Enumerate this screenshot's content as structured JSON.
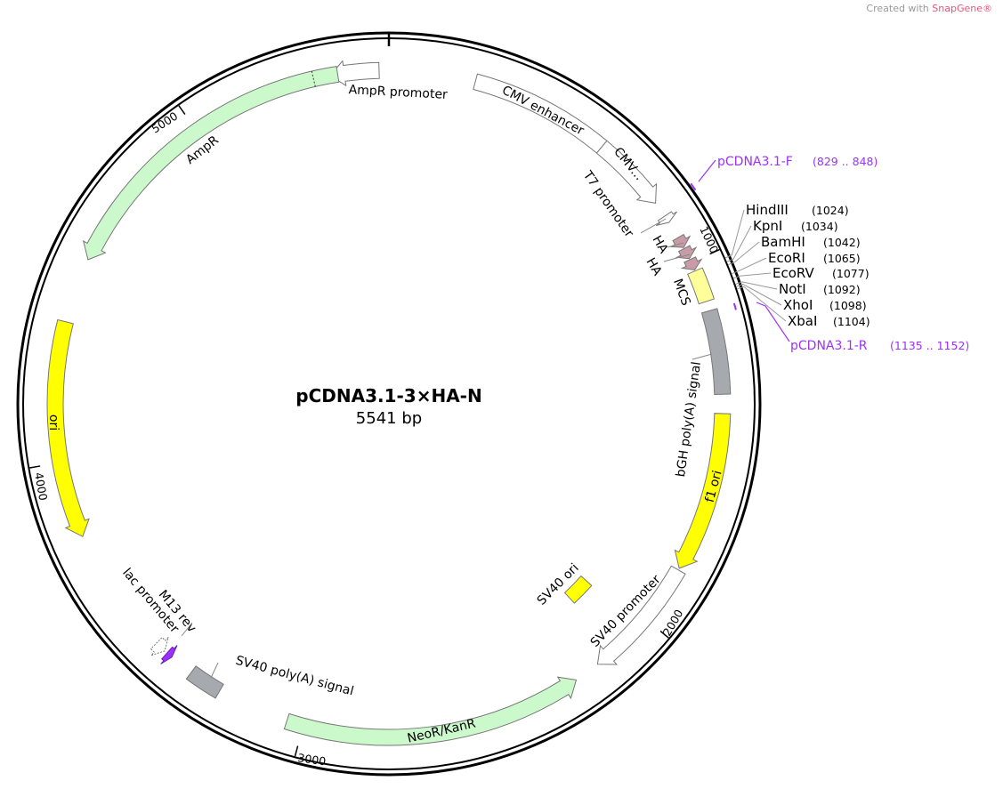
{
  "watermark": {
    "prefix": "Created with ",
    "brand": "SnapGene®"
  },
  "plasmid": {
    "name": "pCDNA3.1-3×HA-N",
    "length_label": "5541 bp",
    "length": 5541
  },
  "ticks": [
    {
      "bp": 1000,
      "label": "1000"
    },
    {
      "bp": 2000,
      "label": "2000"
    },
    {
      "bp": 3000,
      "label": "3000"
    },
    {
      "bp": 4000,
      "label": "4000"
    },
    {
      "bp": 5000,
      "label": "5000"
    }
  ],
  "features": [
    {
      "label": "AmpR promoter",
      "start": 5385,
      "end": 5515,
      "direction": "reverse",
      "color": "#ffffff"
    },
    {
      "label": "AmpR",
      "start": 4550,
      "end": 5405,
      "direction": "reverse",
      "color": "#ccf9cc"
    },
    {
      "label": "CMV enhancer",
      "start": 231,
      "end": 610,
      "direction": "none",
      "color": "#ffffff"
    },
    {
      "label": "CMV...",
      "start": 610,
      "end": 816,
      "direction": "forward",
      "color": "#ffffff"
    },
    {
      "label": "T7 promoter",
      "start": 858,
      "end": 878,
      "direction": "forward",
      "color": "#ffffff"
    },
    {
      "label": "HA",
      "start": 925,
      "end": 955,
      "direction": "forward",
      "color": "#c99aa8"
    },
    {
      "label": "HA",
      "start": 958,
      "end": 988,
      "direction": "forward",
      "color": "#c99aa8"
    },
    {
      "label": "",
      "start": 991,
      "end": 1021,
      "direction": "forward",
      "color": "#c99aa8"
    },
    {
      "label": "MCS",
      "start": 1024,
      "end": 1110,
      "direction": "none",
      "color": "#ffff99"
    },
    {
      "label": "bGH poly(A) signal",
      "start": 1136,
      "end": 1360,
      "direction": "none",
      "color": "#a6a9ae"
    },
    {
      "label": "f1 ori",
      "start": 1411,
      "end": 1840,
      "direction": "forward",
      "color": "#ffff00"
    },
    {
      "label": "SV40 promoter",
      "start": 1845,
      "end": 2175,
      "direction": "forward",
      "color": "#ffffff"
    },
    {
      "label": "SV40 ori",
      "start": 2030,
      "end": 2110,
      "direction": "none",
      "color": "#ffff00"
    },
    {
      "label": "NeoR/KanR",
      "start": 2245,
      "end": 3045,
      "direction": "reverse",
      "color": "#ccf9cc"
    },
    {
      "label": "SV40 poly(A) signal",
      "start": 3240,
      "end": 3330,
      "direction": "none",
      "color": "#a6a9ae"
    },
    {
      "label": "M13 rev",
      "start": 3395,
      "end": 3412,
      "direction": "reverse",
      "color": "#9b30ff"
    },
    {
      "label": "lac promoter",
      "start": 3420,
      "end": 3450,
      "direction": "reverse",
      "color": "#ffffff"
    },
    {
      "label": "ori",
      "start": 3795,
      "end": 4375,
      "direction": "reverse",
      "color": "#ffff00"
    }
  ],
  "enzymes": [
    {
      "name": "HindIII",
      "position": "(1024)",
      "bp": 1024
    },
    {
      "name": "KpnI",
      "position": "(1034)",
      "bp": 1034
    },
    {
      "name": "BamHI",
      "position": "(1042)",
      "bp": 1042
    },
    {
      "name": "EcoRI",
      "position": "(1065)",
      "bp": 1065
    },
    {
      "name": "EcoRV",
      "position": "(1077)",
      "bp": 1077
    },
    {
      "name": "NotI",
      "position": "(1092)",
      "bp": 1092
    },
    {
      "name": "XhoI",
      "position": "(1098)",
      "bp": 1098
    },
    {
      "name": "XbaI",
      "position": "(1104)",
      "bp": 1104
    }
  ],
  "primers": [
    {
      "name": "pCDNA3.1-F",
      "range": "(829 .. 848)",
      "start": 829,
      "end": 848
    },
    {
      "name": "pCDNA3.1-R",
      "range": "(1135 .. 1152)",
      "start": 1135,
      "end": 1152
    }
  ]
}
